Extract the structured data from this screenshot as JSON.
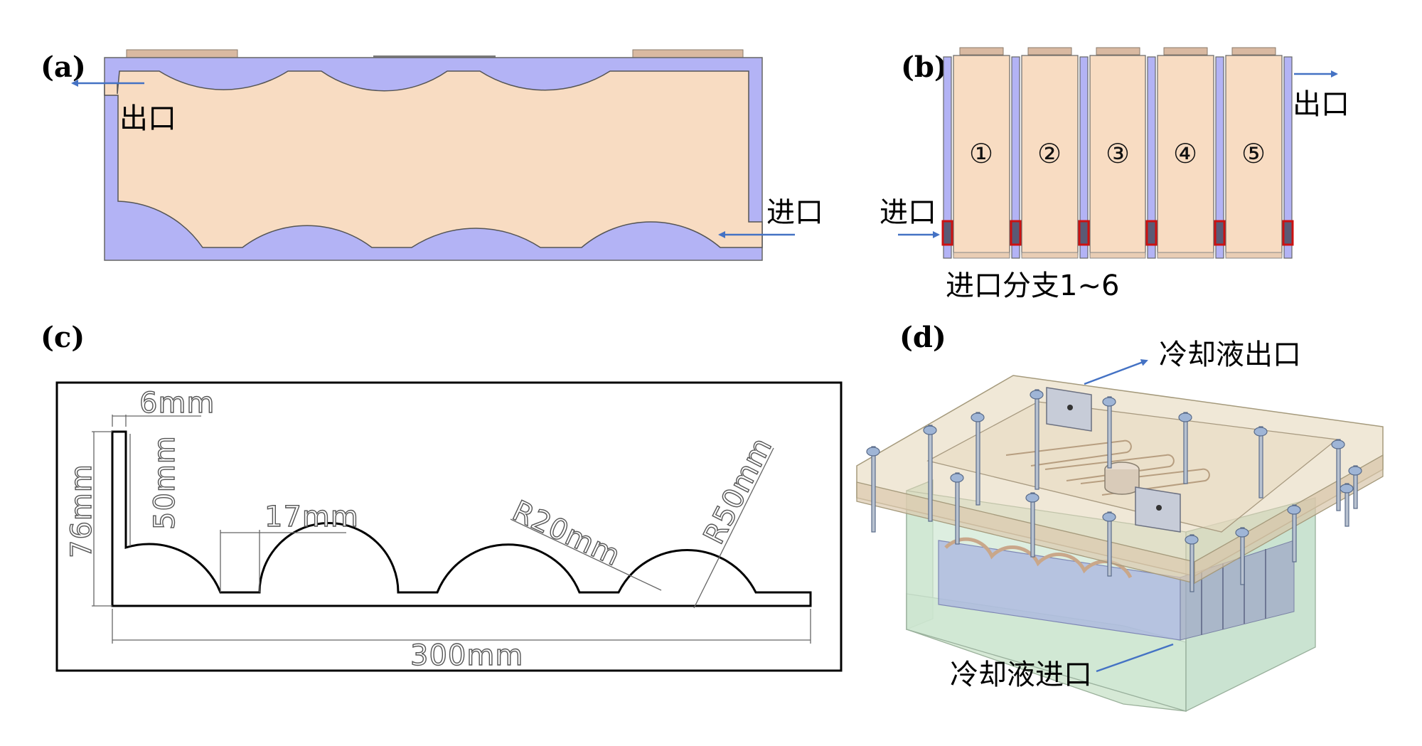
{
  "panels": {
    "a": {
      "label": "(a)",
      "outlet": "出口",
      "inlet": "进口"
    },
    "b": {
      "label": "(b)",
      "outlet": "出口",
      "inlet": "进口",
      "branches": "进口分支1~6",
      "cells": [
        "①",
        "②",
        "③",
        "④",
        "⑤"
      ]
    },
    "c": {
      "label": "(c)",
      "dims": {
        "w6": "6mm",
        "h50": "50mm",
        "h76": "76mm",
        "g17": "17mm",
        "r20": "R20mm",
        "r50": "R50mm",
        "len300": "300mm"
      }
    },
    "d": {
      "label": "(d)",
      "coolant_outlet": "冷却液出口",
      "coolant_inlet": "冷却液进口"
    }
  },
  "colors": {
    "channel": "#b3b3f5",
    "cell": "#f8dcc2",
    "tab": "#d9b9a1",
    "arrow": "#4472c4",
    "branch_box": "#cc1111"
  }
}
